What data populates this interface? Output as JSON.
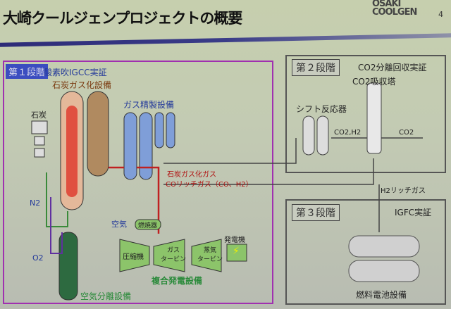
{
  "title": "大崎クールジェンプロジェクトの概要",
  "logo": {
    "line1": "OSAKI",
    "line2": "COOLGEN"
  },
  "page_number": "4",
  "stage1": {
    "tag": "第１段階",
    "heading": "酸素吹IGCC実証",
    "gasifier": "石炭ガス化設備",
    "gas_cleanup": "ガス精製設備",
    "coal": "石炭",
    "n2": "N2",
    "o2": "O2",
    "asu": "空気分離設備",
    "syngas": "石炭ガス化ガス",
    "co_rich": "COリッチガス（CO、H2）",
    "air": "空気",
    "combustor": "燃焼器",
    "compressor": "圧縮機",
    "gas_turbine": [
      "ガス",
      "タービン"
    ],
    "steam_turbine": [
      "蒸気",
      "タービン"
    ],
    "generator": "発電機",
    "ccgt": "複合発電設備"
  },
  "stage2": {
    "tag": "第２段階",
    "heading": "CO2分離回収実証",
    "absorber": "CO2吸収塔",
    "shift": "シフト反応器",
    "co2h2": "CO2,H2",
    "co2": "CO2",
    "h2rich": "H2リッチガス"
  },
  "stage3": {
    "tag": "第３段階",
    "heading": "IGFC実証",
    "fuel_cell": "燃料電池設備"
  }
}
